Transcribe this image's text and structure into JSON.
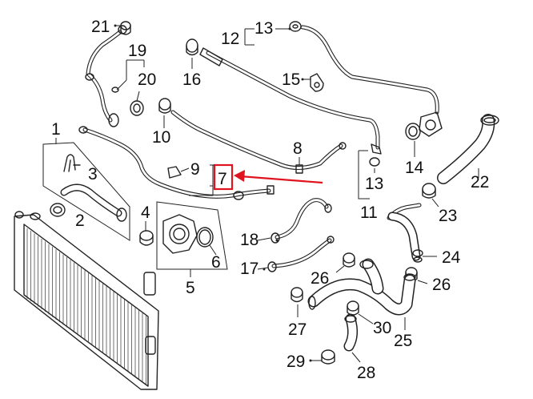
{
  "callouts": [
    {
      "id": "c1",
      "text": "1"
    },
    {
      "id": "c2",
      "text": "2"
    },
    {
      "id": "c3",
      "text": "3"
    },
    {
      "id": "c4",
      "text": "4"
    },
    {
      "id": "c5",
      "text": "5"
    },
    {
      "id": "c6",
      "text": "6"
    },
    {
      "id": "c7",
      "text": "7"
    },
    {
      "id": "c8",
      "text": "8"
    },
    {
      "id": "c9",
      "text": "9"
    },
    {
      "id": "c10",
      "text": "10"
    },
    {
      "id": "c11",
      "text": "11"
    },
    {
      "id": "c12",
      "text": "12"
    },
    {
      "id": "c13a",
      "text": "13"
    },
    {
      "id": "c13b",
      "text": "13"
    },
    {
      "id": "c14",
      "text": "14"
    },
    {
      "id": "c15",
      "text": "15"
    },
    {
      "id": "c16",
      "text": "16"
    },
    {
      "id": "c17",
      "text": "17"
    },
    {
      "id": "c18",
      "text": "18"
    },
    {
      "id": "c19",
      "text": "19"
    },
    {
      "id": "c20",
      "text": "20"
    },
    {
      "id": "c21",
      "text": "21"
    },
    {
      "id": "c22",
      "text": "22"
    },
    {
      "id": "c23",
      "text": "23"
    },
    {
      "id": "c24",
      "text": "24"
    },
    {
      "id": "c25",
      "text": "25"
    },
    {
      "id": "c26a",
      "text": "26"
    },
    {
      "id": "c26b",
      "text": "26"
    },
    {
      "id": "c27",
      "text": "27"
    },
    {
      "id": "c28",
      "text": "28"
    },
    {
      "id": "c29",
      "text": "29"
    },
    {
      "id": "c30",
      "text": "30"
    }
  ],
  "highlight": {
    "part": "7",
    "color": "#e0141e"
  },
  "colors": {
    "line": "#222222",
    "background": "#ffffff"
  }
}
